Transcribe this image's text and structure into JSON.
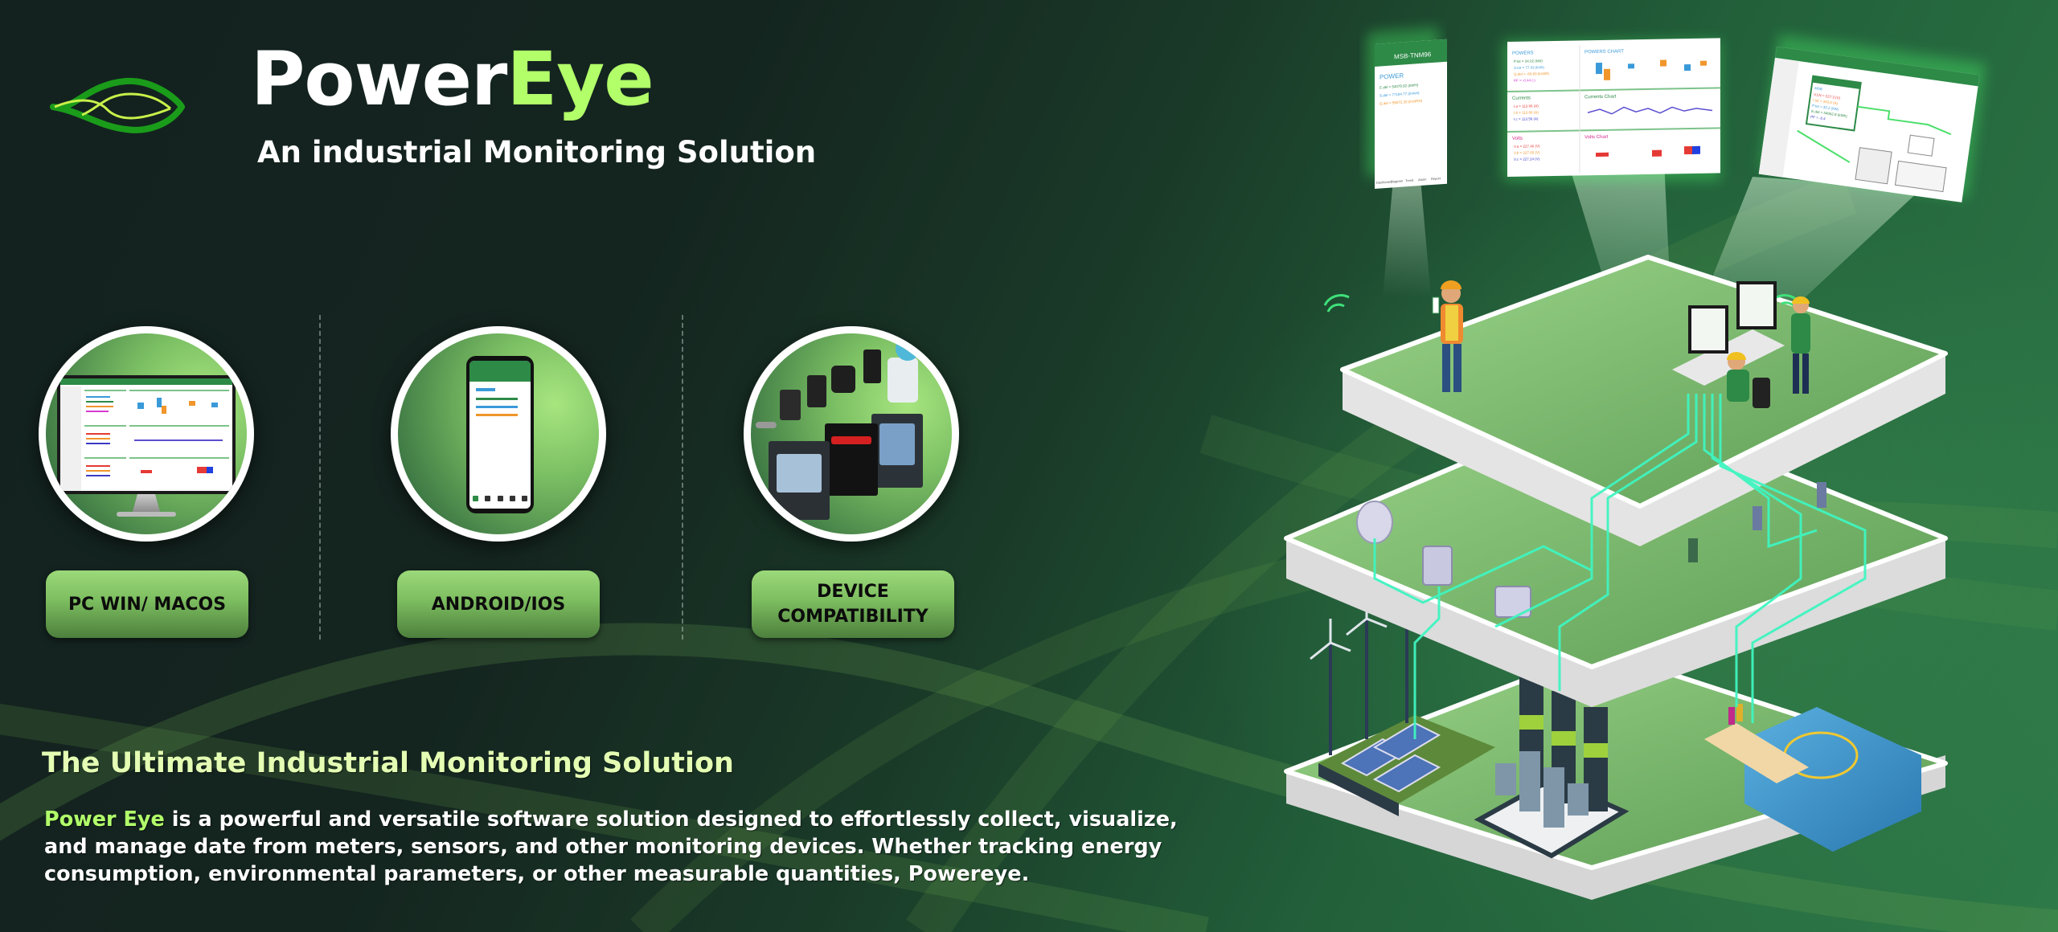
{
  "brand": {
    "name_part1": "Power",
    "name_part2": "Eye",
    "tagline": "An industrial Monitoring Solution",
    "logo_icon": "leaf-wave-logo",
    "accent_color": "#b2ff6a",
    "logo_green": "#1a9c1a",
    "logo_lime": "#c8f04a"
  },
  "features": [
    {
      "label": "PC WIN/ MACOS",
      "icon": "desktop-monitor-icon"
    },
    {
      "label": "ANDROID/IOS",
      "icon": "smartphone-icon"
    },
    {
      "label_line1": "DEVICE",
      "label_line2": "COMPATIBILITY",
      "icon": "meters-sensors-icon"
    }
  ],
  "phone_screen": {
    "title": "MSB-TNM96",
    "section": "POWER",
    "rows": [
      "E.del = 54078.92 (kWH)",
      "S.del = 77184.77 (kVAH)",
      "Q.del = 55072.30 (kVARH)"
    ],
    "nav": [
      "Dashboard",
      "Diagram",
      "Trend",
      "Alarm",
      "Report"
    ]
  },
  "desktop_screen": {
    "panels": [
      "POWERS",
      "POWERS CHART",
      "Currents",
      "Currents Chart",
      "Volts",
      "Volts Chart"
    ],
    "powers": [
      "P.tot = 34.02 (kW)",
      "S.tot = 77.43 (kVA)",
      "Q.del = -69.69 (kVAR)",
      "PF = -0.44 (-)"
    ],
    "currents": [
      "I.a = 113.66 (A)",
      "I.b = 113.68 (A)",
      "I.c = 113.56 (A)"
    ],
    "volts": [
      "V.a = 227.40 (V)",
      "V.b = 227.65 (V)",
      "V.c = 227.24 (V)"
    ]
  },
  "diagram_screen": {
    "card_title": "MSB",
    "card_rows": [
      "V.LN = 227.3 (V)",
      "I.tot = 342.0 (A)",
      "P.tot = 33.2 (kW)",
      "E.del = 54062.8 (kWh)",
      "PF = -0.4"
    ]
  },
  "headline": "The Ultimate Industrial Monitoring Solution",
  "description": {
    "highlight": "Power Eye",
    "text": " is a powerful and versatile software solution designed to effortlessly collect, visualize, and manage date from meters, sensors, and other monitoring devices. Whether tracking energy consumption, environmental parameters, or other measurable quantities, Powereye."
  },
  "colors": {
    "bg_dark": "#13221f",
    "bg_green": "#2e7a48",
    "button_top": "#9cd97a",
    "button_bottom": "#4d7f3d",
    "headline": "#e4ffb3",
    "platform_top": "#8cc97a",
    "platform_side": "#e6e6e6",
    "wire": "#3ff5c0",
    "app_green": "#2d8a47"
  }
}
